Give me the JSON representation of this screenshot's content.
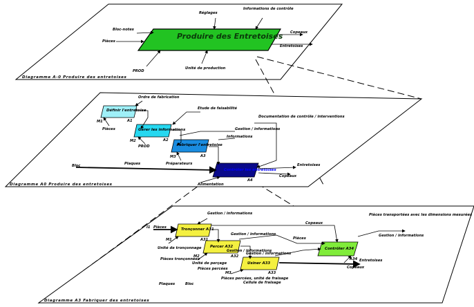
{
  "top": {
    "box": "Produire des Entretoises",
    "controls": [
      "Réglages",
      "Informations de contrôle"
    ],
    "inputs": [
      "Bloc-notes",
      "Pièces"
    ],
    "outputs": [
      "Copeaux",
      "Entretoises"
    ],
    "mechanisms": [
      "PROD",
      "Unité de production"
    ],
    "caption": "Diagramme A-0 Produire des entretoises"
  },
  "mid": {
    "boxes": [
      "Définir l'entretoise",
      "Gérer les informations",
      "Fabriquer l'entretoise",
      "Contrôler les entretoises"
    ],
    "labels": [
      "Ordre de fabrication",
      "Etude de faisabilité",
      "Documentation de contrôle / interventions",
      "Gestion / informations",
      "Informations",
      "Pièces",
      "Plaques",
      "PROD",
      "Bloc",
      "Préparateurs",
      "Alimentation",
      "Entretoises",
      "Copeaux",
      "A1",
      "A2",
      "A3",
      "A4",
      "M1",
      "M2",
      "M3"
    ],
    "caption": "Diagramme A0 Produire des entretoises"
  },
  "bot": {
    "boxes": [
      "Tronçonner A31",
      "Percer A32",
      "Usiner A33",
      "Contrôler A34"
    ],
    "labels": [
      "Gestion / informations",
      "Gestion / informations",
      "Gestion / informations",
      "Gestion / informations",
      "Copeaux",
      "Pièces transportées avec les dimensions mesurées",
      "Gestion / informations",
      "Pièces",
      "Unité de tronçonnage",
      "Pièces tronçonnées",
      "Unité de perçage",
      "Pièces percées",
      "Pièces percées, unité de fraisage",
      "Cellule de fraisage",
      "Entretoises",
      "Copeaux",
      "Pièces",
      "Plaques",
      "Bloc",
      "A31",
      "A32",
      "A33",
      "A34",
      "I1",
      "M1",
      "M2",
      "M3"
    ],
    "caption": "Diagramme A3 Fabriquer des entretoises"
  }
}
